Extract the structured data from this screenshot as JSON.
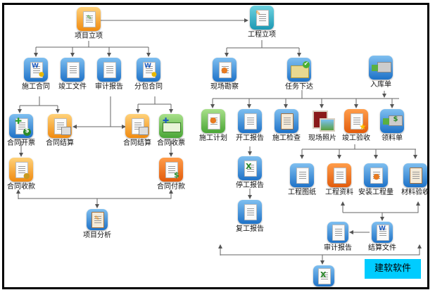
{
  "diagram": {
    "nodes": {
      "xiangmu_lixiang": {
        "label": "项目立项",
        "icon": "pencil-document-icon",
        "color": "orange"
      },
      "shigong_hetong": {
        "label": "施工合同",
        "icon": "word-certificate-icon",
        "color": "blue"
      },
      "jungong_wenjian": {
        "label": "竣工文件",
        "icon": "documents-icon",
        "color": "blue"
      },
      "shenji_baogao_left": {
        "label": "审计报告",
        "icon": "spreadsheet-report-icon",
        "color": "blue"
      },
      "fenbao_hetong": {
        "label": "分包合同",
        "icon": "word-certificate-icon",
        "color": "blue"
      },
      "hetong_kaipiao": {
        "label": "合同开票",
        "icon": "invoice-money-icon",
        "color": "blue"
      },
      "hetong_jiesuan_left": {
        "label": "合同结算",
        "icon": "calculator-icon",
        "color": "orange"
      },
      "hetong_jiesuan_right": {
        "label": "合同结算",
        "icon": "calculator-icon",
        "color": "orange"
      },
      "hetong_shoupiao": {
        "label": "合同收票",
        "icon": "cash-icon",
        "color": "green"
      },
      "hetong_shoukuan": {
        "label": "合同收款",
        "icon": "coins-icon",
        "color": "orange"
      },
      "hetong_fukuan": {
        "label": "合同付款",
        "icon": "document-dollar-icon",
        "color": "darkorange"
      },
      "xiangmu_fenxi": {
        "label": "项目分析",
        "icon": "clipboard-pencil-icon",
        "color": "blue"
      },
      "gongcheng_lixiang": {
        "label": "工程立项",
        "icon": "notebook-pencil-icon",
        "color": "teal"
      },
      "xianchang_kancha": {
        "label": "现场勘察",
        "icon": "presentation-icon",
        "color": "blue"
      },
      "renwu_xiada": {
        "label": "任务下达",
        "icon": "folder-check-icon",
        "color": "blue"
      },
      "ruku_dan": {
        "label": "入库单",
        "icon": "truck-icon",
        "color": "blue"
      },
      "shigong_jihua": {
        "label": "施工计划",
        "icon": "chart-document-icon",
        "color": "green"
      },
      "kaigong_baogao": {
        "label": "开工报告",
        "icon": "spreadsheet-report-icon",
        "color": "blue"
      },
      "shigong_jiancha": {
        "label": "施工检查",
        "icon": "clipboard-check-icon",
        "color": "blue"
      },
      "xianchang_zhaopian": {
        "label": "现场照片",
        "icon": "photos-icon",
        "color": "brown"
      },
      "jungong_yanshou": {
        "label": "竣工验收",
        "icon": "document-star-icon",
        "color": "darkorange"
      },
      "lingliao_dan": {
        "label": "领料单",
        "icon": "truck-dollar-icon",
        "color": "blue"
      },
      "tinggong_baogao": {
        "label": "停工报告",
        "icon": "excel-icon",
        "color": "blue"
      },
      "fugong_baogao": {
        "label": "复工报告",
        "icon": "spreadsheet-report-icon",
        "color": "blue"
      },
      "gongcheng_tuzhi": {
        "label": "工程图纸",
        "icon": "blueprint-icon",
        "color": "blue"
      },
      "gongcheng_ziliao": {
        "label": "工程资料",
        "icon": "document-icon",
        "color": "darkorange"
      },
      "anzhuang_gongchengliang": {
        "label": "安装工程量",
        "icon": "presentation-icon",
        "color": "blue"
      },
      "cailiao_yanshou": {
        "label": "材料验收",
        "icon": "clipboard-check-icon",
        "color": "blue"
      },
      "shenji_baogao_right": {
        "label": "审计报告",
        "icon": "spreadsheet-report-icon",
        "color": "blue"
      },
      "jiesuan_wenjian": {
        "label": "结算文件",
        "icon": "word-document-icon",
        "color": "blue"
      },
      "final_excel": {
        "label": "",
        "icon": "excel-icon",
        "color": "blue"
      }
    },
    "brand": "建软软件",
    "colors": {
      "line": "#555555",
      "brand_bg": "#00ccff",
      "border": "#000000"
    }
  }
}
